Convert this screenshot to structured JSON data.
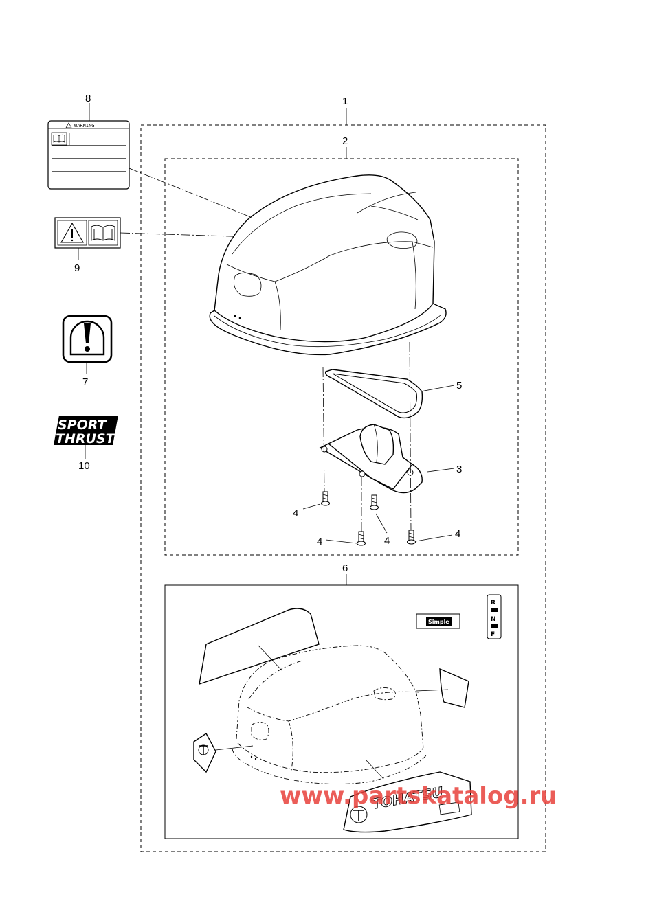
{
  "callouts": {
    "c1": "1",
    "c2": "2",
    "c3": "3",
    "c4a": "4",
    "c4b": "4",
    "c4c": "4",
    "c4d": "4",
    "c5": "5",
    "c6": "6",
    "c7": "7",
    "c8": "8",
    "c9": "9",
    "c10": "10"
  },
  "decals": {
    "warning_header": "WARNING",
    "sport": "SPORT",
    "thrust": "THRUST",
    "brand": "TOHATSU",
    "simple_badge": "Simple",
    "gear_letters": [
      "R",
      "N",
      "F"
    ]
  },
  "watermark": "www.partskatalog.ru",
  "colors": {
    "watermark": "#e8413b",
    "ink": "#000000"
  }
}
